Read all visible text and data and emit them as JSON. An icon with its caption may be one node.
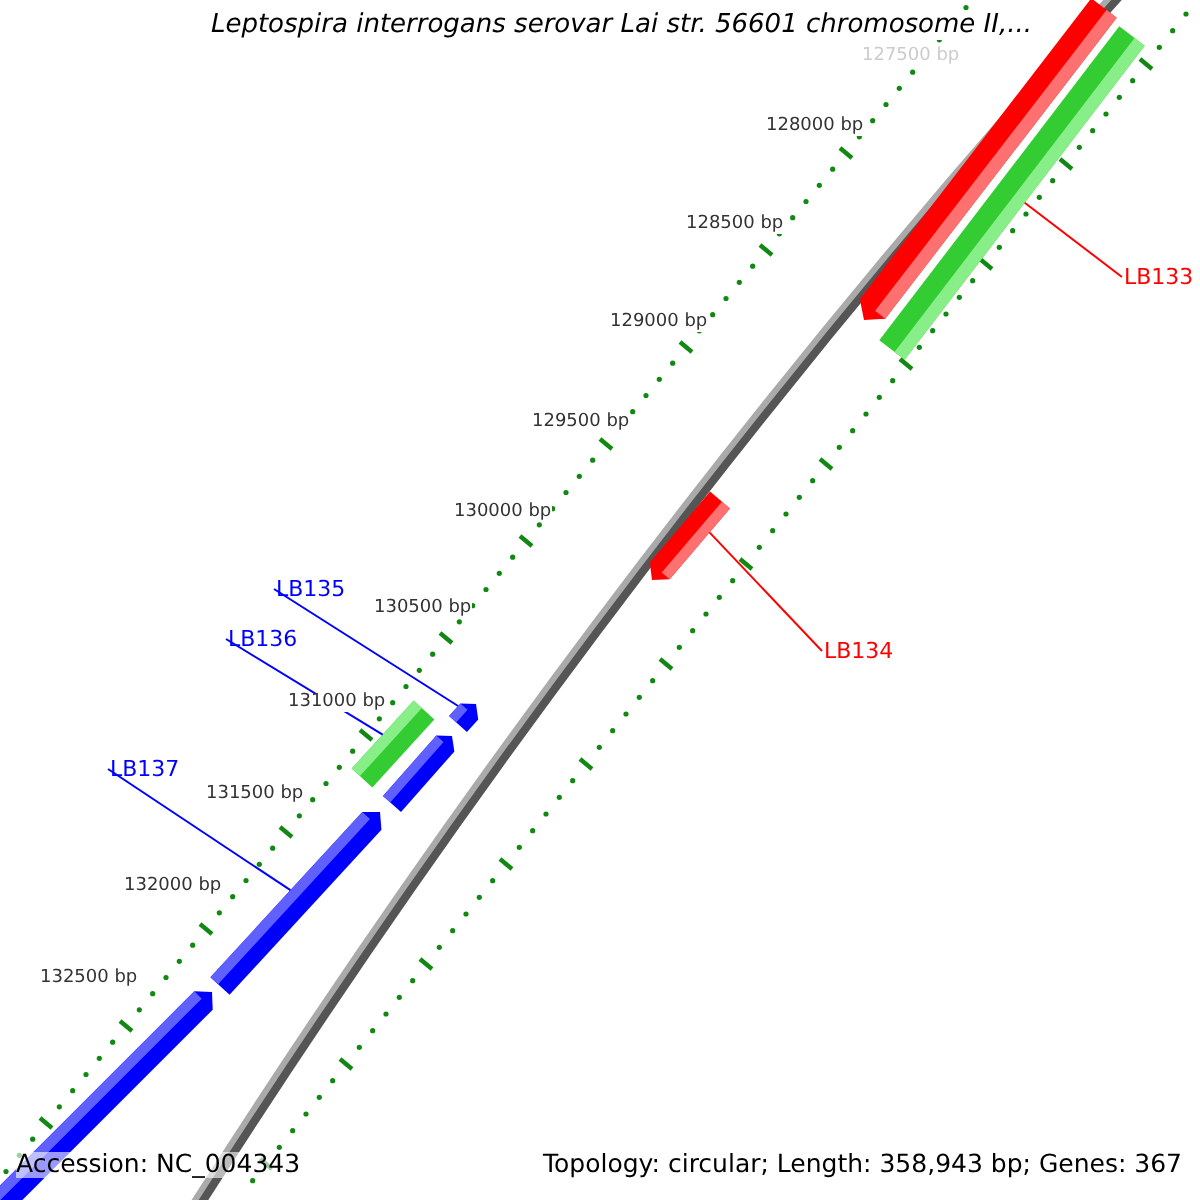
{
  "diagram": {
    "title": "Leptospira interrogans serovar Lai str. 56601 chromosome II,...",
    "nodes": [
      {
        "text": [],
        "shape": "bar"
      },
      {
        "text": [],
        "shape": "bar"
      },
      {
        "text": [
          "LB133"
        ]
      },
      {
        "text": [],
        "shape": "bar"
      },
      {
        "text": [
          "LB134"
        ]
      },
      {
        "text": [
          "LB135"
        ]
      },
      {
        "text": [
          "LB136"
        ]
      },
      {
        "text": [],
        "shape": "bar"
      },
      {
        "text": [],
        "shape": "bar"
      },
      {
        "text": [],
        "shape": "bar"
      },
      {
        "text": [
          "LB137"
        ]
      },
      {
        "text": [],
        "shape": "bar"
      },
      {
        "text": [],
        "shape": "bar"
      }
    ],
    "edges": [
      {
        "from": 2,
        "to": 1,
        "arrow": "none",
        "color": "#ff0000"
      },
      {
        "from": 4,
        "to": 3,
        "arrow": "none",
        "color": "#ff0000"
      },
      {
        "from": 5,
        "to": 8,
        "arrow": "none"
      },
      {
        "from": 6,
        "to": 7,
        "arrow": "none"
      },
      {
        "from": 10,
        "to": 11,
        "arrow": "none"
      }
    ],
    "labels": [
      "127500 bp",
      "128000 bp",
      "128500 bp",
      "129000 bp",
      "129500 bp",
      "130000 bp",
      "130500 bp",
      "131000 bp",
      "131500 bp",
      "132000 bp",
      "132500 bp",
      "Accession: NC_004343",
      "Topology: circular; Length: 358,943 bp; Genes: 367"
    ]
  }
}
